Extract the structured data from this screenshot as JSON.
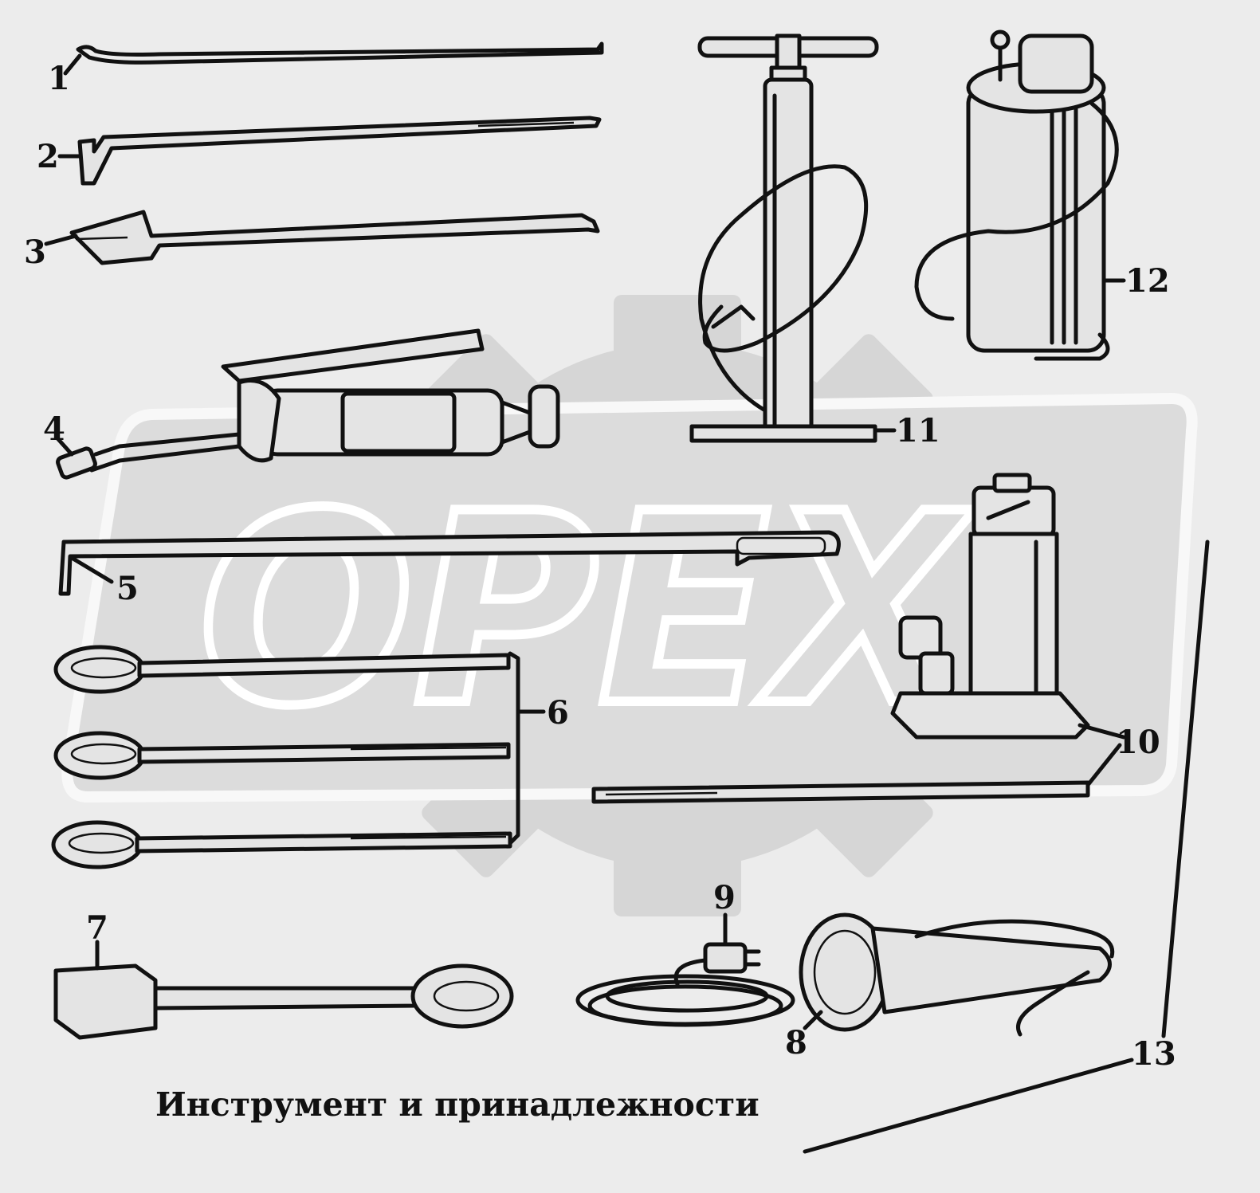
{
  "caption": "Инструмент и принадлежности",
  "watermark": {
    "text": "OPEX"
  },
  "callouts": [
    "1",
    "2",
    "3",
    "4",
    "5",
    "6",
    "7",
    "8",
    "9",
    "10",
    "11",
    "12",
    "13"
  ],
  "colors": {
    "ink": "#111111",
    "background": "#ececec",
    "watermark_fill": "#d6d6d6",
    "watermark_outline": "#ffffff"
  }
}
